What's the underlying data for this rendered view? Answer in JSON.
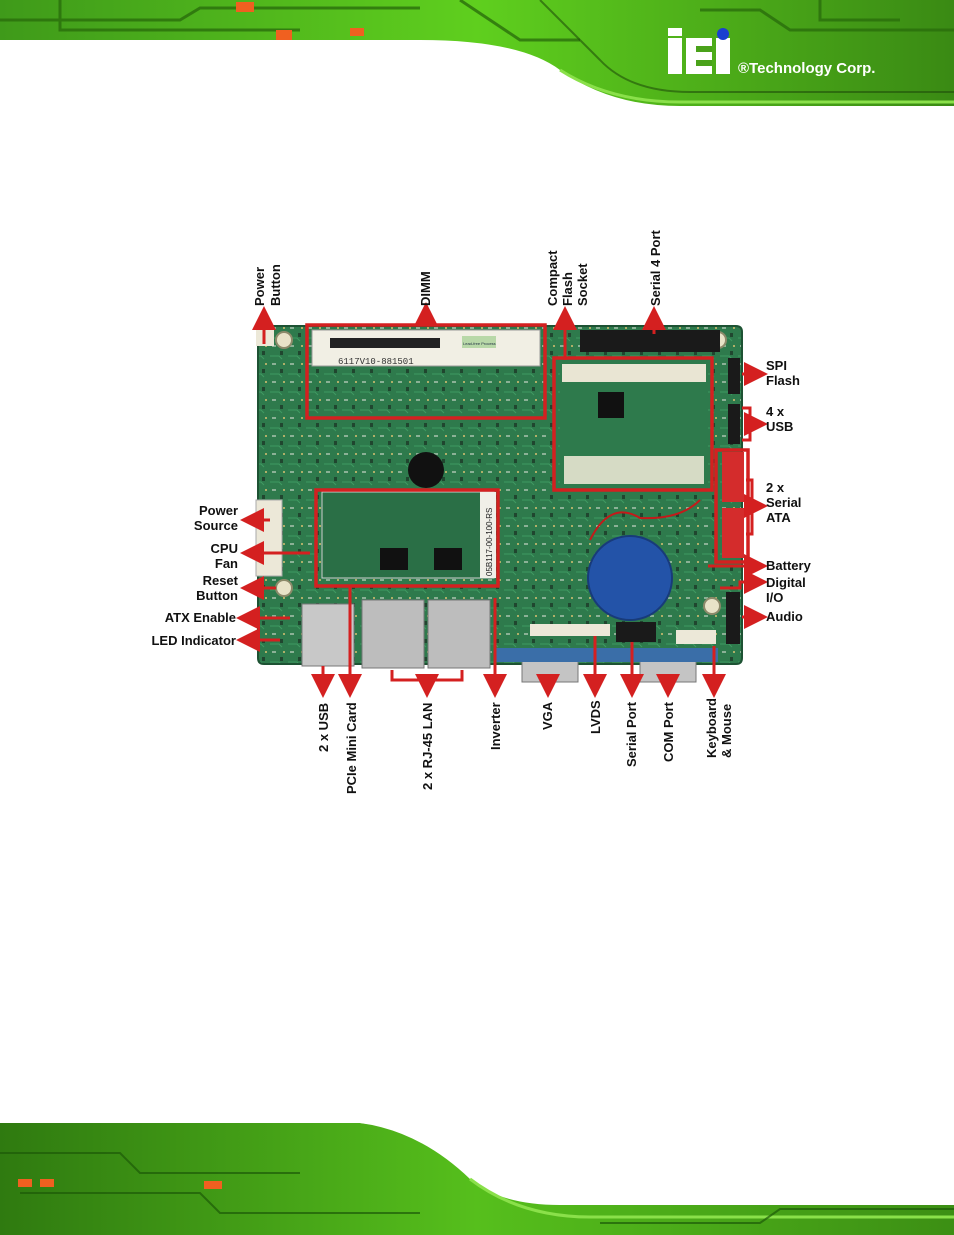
{
  "brand": {
    "logo": "iEi",
    "tagline": "®Technology Corp."
  },
  "board_labels": {
    "power_button": [
      "Power",
      "Button"
    ],
    "dimm": "DIMM",
    "compact_flash": [
      "Compact",
      "Flash",
      "Socket"
    ],
    "serial4": "Serial 4 Port",
    "spi_flash": [
      "SPI",
      "Flash"
    ],
    "usb4": [
      "4 x",
      "USB"
    ],
    "sata": [
      "2 x",
      "Serial",
      "ATA"
    ],
    "battery": "Battery",
    "digital_io": [
      "Digital",
      "I/O"
    ],
    "audio": "Audio",
    "power_source": [
      "Power",
      "Source"
    ],
    "cpu_fan": [
      "CPU",
      "Fan"
    ],
    "reset_button": [
      "Reset",
      "Button"
    ],
    "atx_enable": "ATX Enable",
    "led_indicator": "LED Indicator",
    "usb2": "2 x USB",
    "pcie_mini": "PCIe Mini Card",
    "rj45": "2 x RJ-45 LAN",
    "inverter": "Inverter",
    "vga": "VGA",
    "lvds": "LVDS",
    "serial_port": "Serial Port",
    "com_port": "COM Port",
    "kb_mouse": [
      "Keyboard",
      "& Mouse"
    ]
  },
  "board_silkscreen": {
    "dimm_label": "6117V10-881501",
    "lead_free": "Lead-free Process",
    "pcb_code": "05B117-00-100-RS"
  },
  "colors": {
    "accent_green": "#5ec41a",
    "arrow_red": "#d42020",
    "pcb_green": "#2f7d4e"
  }
}
